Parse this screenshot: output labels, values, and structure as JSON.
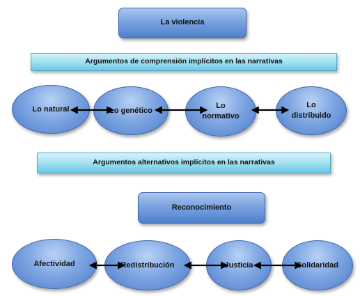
{
  "title": "La violencia",
  "banner_comprension": "Argumentos de comprensión implícitos en las narrativas",
  "row1": {
    "items": [
      "Lo natural",
      "Lo genético",
      "Lo\nnormativo",
      "Lo\ndistribuido"
    ]
  },
  "banner_alternativos": "Argumentos alternativos implícitos en las narrativas",
  "reconocimiento": "Reconocimiento",
  "row2": {
    "items": [
      "Afectividad",
      "Redistribución",
      "Justicia",
      "Solidaridad"
    ]
  }
}
